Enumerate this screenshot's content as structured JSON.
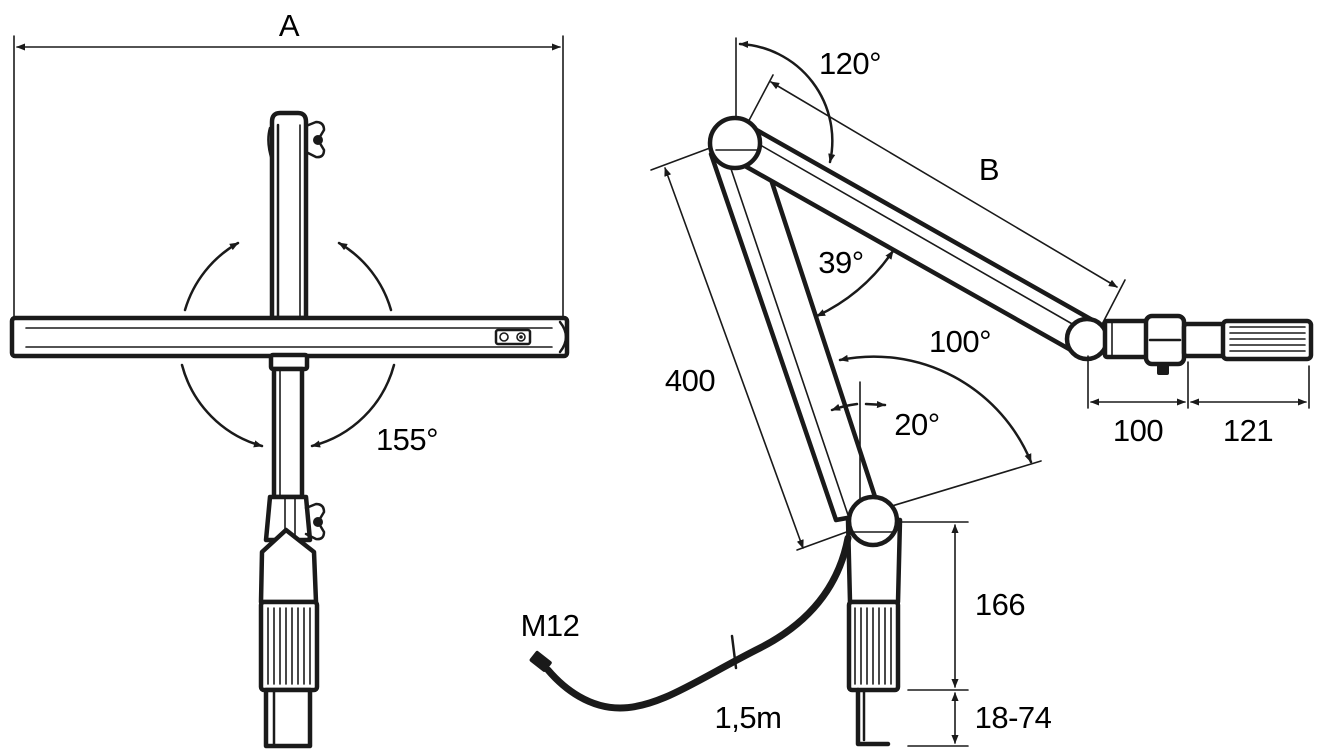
{
  "front_view": {
    "dimension_width": "A",
    "swivel_angle": "155°"
  },
  "side_view": {
    "upper_arm_angle": "120°",
    "upper_arm_length": "B",
    "elbow_angle": "39°",
    "head_angle": "100°",
    "lower_arm_length": "400",
    "base_angle": "20°",
    "head_dimension_1": "100",
    "head_dimension_2": "121",
    "clamp_height": "166",
    "clamp_opening": "18-74",
    "connector": "M12",
    "cable_length": "1,5m"
  },
  "colors": {
    "line": "#1a1a1a",
    "background": "#ffffff"
  }
}
